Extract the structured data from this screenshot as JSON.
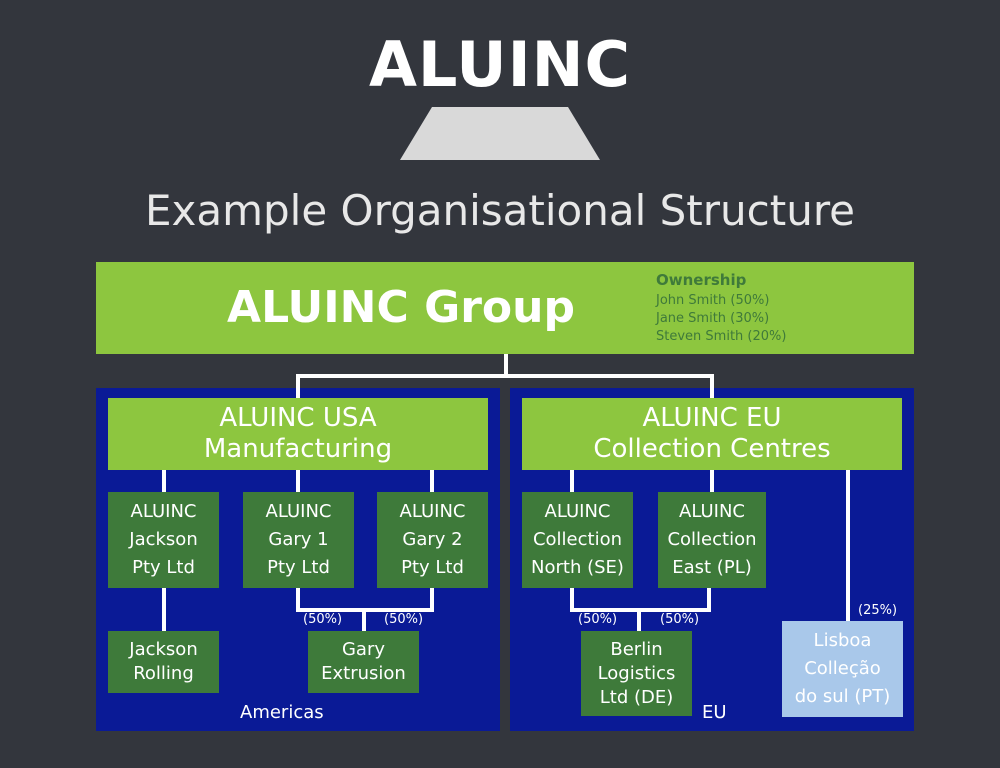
{
  "header": {
    "logo_text": "ALUINC",
    "subtitle": "Example Organisational Structure"
  },
  "group": {
    "title": "ALUINC Group",
    "ownership_heading": "Ownership",
    "owners": [
      "John Smith (50%)",
      "Jane Smith (30%)",
      "Steven Smith (20%)"
    ]
  },
  "americas": {
    "region_label": "Americas",
    "division": [
      "ALUINC USA",
      "Manufacturing"
    ],
    "entities": {
      "jackson": [
        "ALUINC",
        "Jackson",
        "Pty Ltd"
      ],
      "gary1": [
        "ALUINC",
        "Gary 1",
        "Pty Ltd"
      ],
      "gary2": [
        "ALUINC",
        "Gary 2",
        "Pty Ltd"
      ],
      "jackson_rolling": [
        "Jackson",
        "Rolling"
      ],
      "gary_extrusion": [
        "Gary",
        "Extrusion"
      ]
    },
    "pct_gary1": "(50%)",
    "pct_gary2": "(50%)"
  },
  "eu": {
    "region_label": "EU",
    "division": [
      "ALUINC EU",
      "Collection Centres"
    ],
    "entities": {
      "north": [
        "ALUINC",
        "Collection",
        "North (SE)"
      ],
      "east": [
        "ALUINC",
        "Collection",
        "East (PL)"
      ],
      "berlin": [
        "Berlin",
        "Logistics",
        "Ltd (DE)"
      ],
      "lisboa": [
        "Lisboa",
        "Colleção",
        "do sul (PT)"
      ]
    },
    "pct_north": "(50%)",
    "pct_east": "(50%)",
    "pct_lisboa": "(25%)"
  }
}
